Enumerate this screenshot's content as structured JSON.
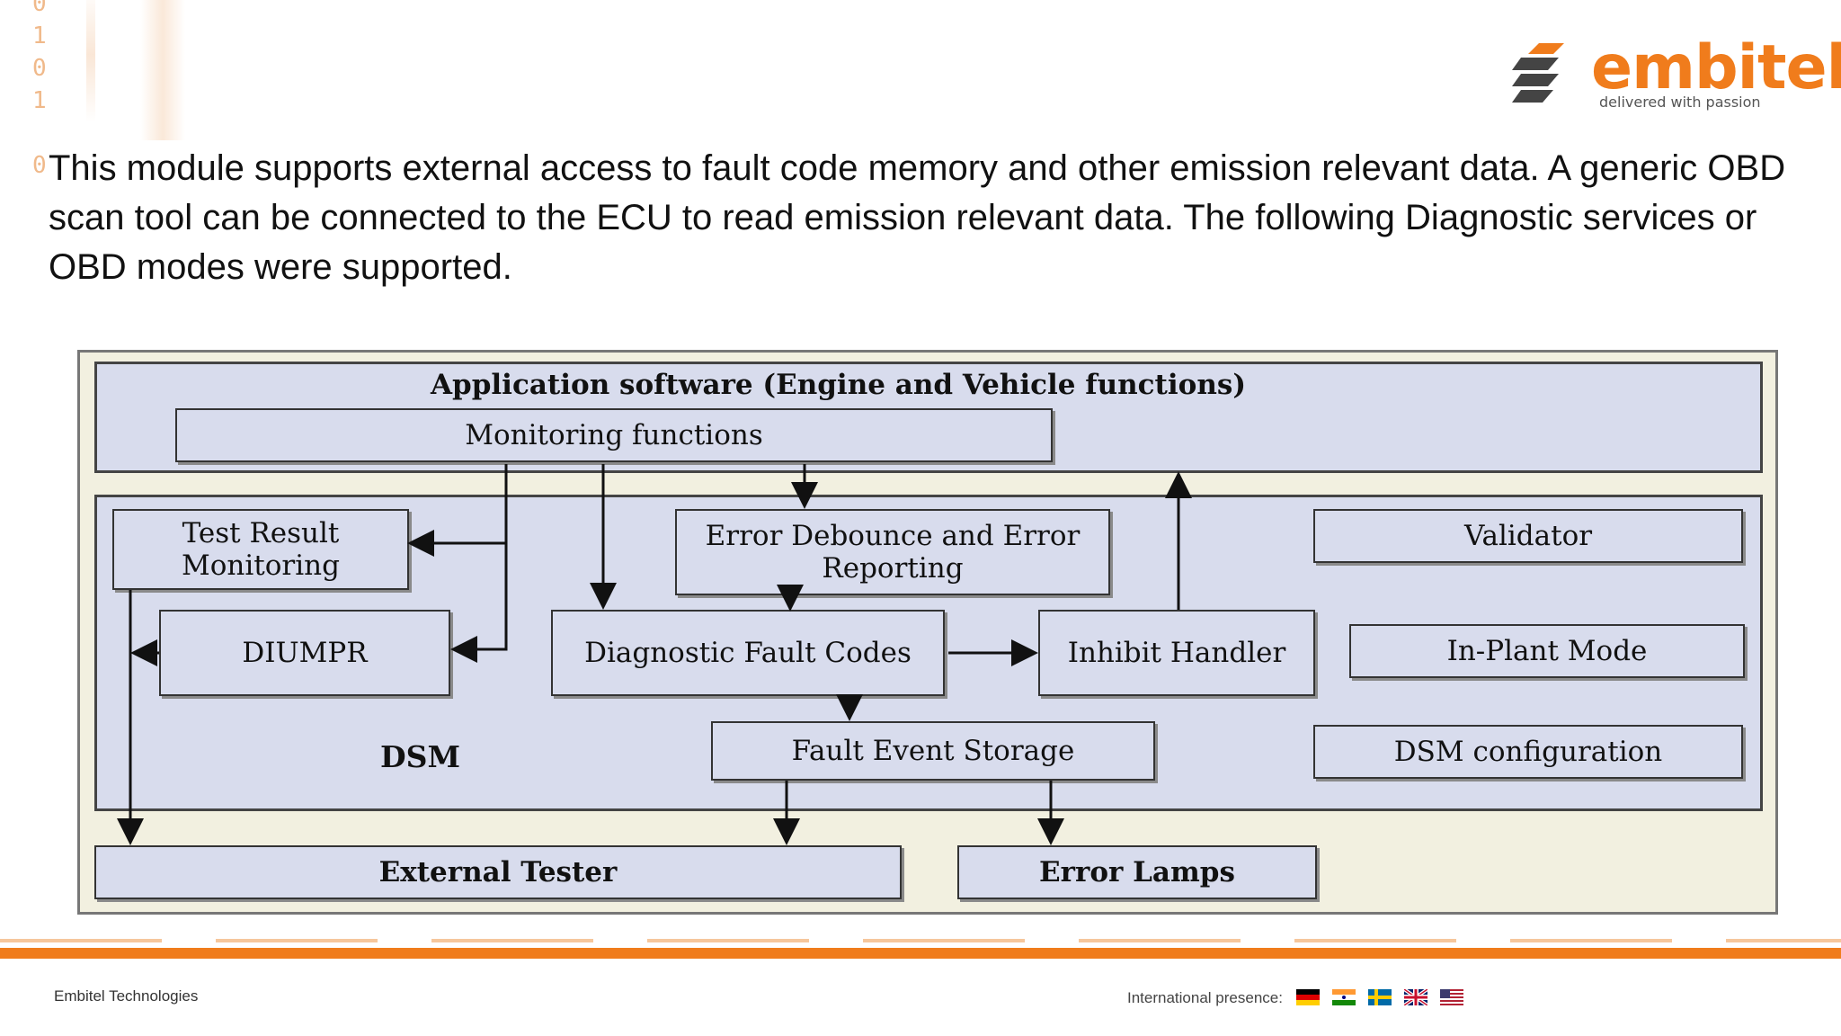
{
  "decoration": {
    "binary_digits": "0\n1\n0\n1\n\n0"
  },
  "logo": {
    "word": "embitel",
    "tagline": "delivered with passion",
    "colors": {
      "brand": "#f07c1c"
    }
  },
  "intro_text": "This module supports external access to fault code memory and other emission relevant data. A generic OBD scan tool can be connected to the ECU to read emission relevant data. The following Diagnostic services or OBD modes were supported.",
  "diagram": {
    "application_title": "Application software (Engine and Vehicle functions)",
    "monitoring_functions": "Monitoring functions",
    "test_result_monitoring": "Test Result Monitoring",
    "error_debounce": "Error Debounce and Error Reporting",
    "validator": "Validator",
    "diumpr": "DIUMPR",
    "diagnostic_fault_codes": "Diagnostic Fault Codes",
    "inhibit_handler": "Inhibit Handler",
    "in_plant_mode": "In-Plant Mode",
    "fault_event_storage": "Fault Event Storage",
    "dsm_label": "DSM",
    "dsm_configuration": "DSM configuration",
    "external_tester": "External Tester",
    "error_lamps": "Error Lamps",
    "colors": {
      "box_fill": "#d8dced",
      "outer_fill": "#f2f0e0",
      "border": "#333333"
    }
  },
  "footer": {
    "company": "Embitel Technologies",
    "presence_label": "International presence:",
    "flags": [
      "germany-flag",
      "india-flag",
      "sweden-flag",
      "uk-flag",
      "usa-flag"
    ],
    "accent": "#f07c1c"
  }
}
